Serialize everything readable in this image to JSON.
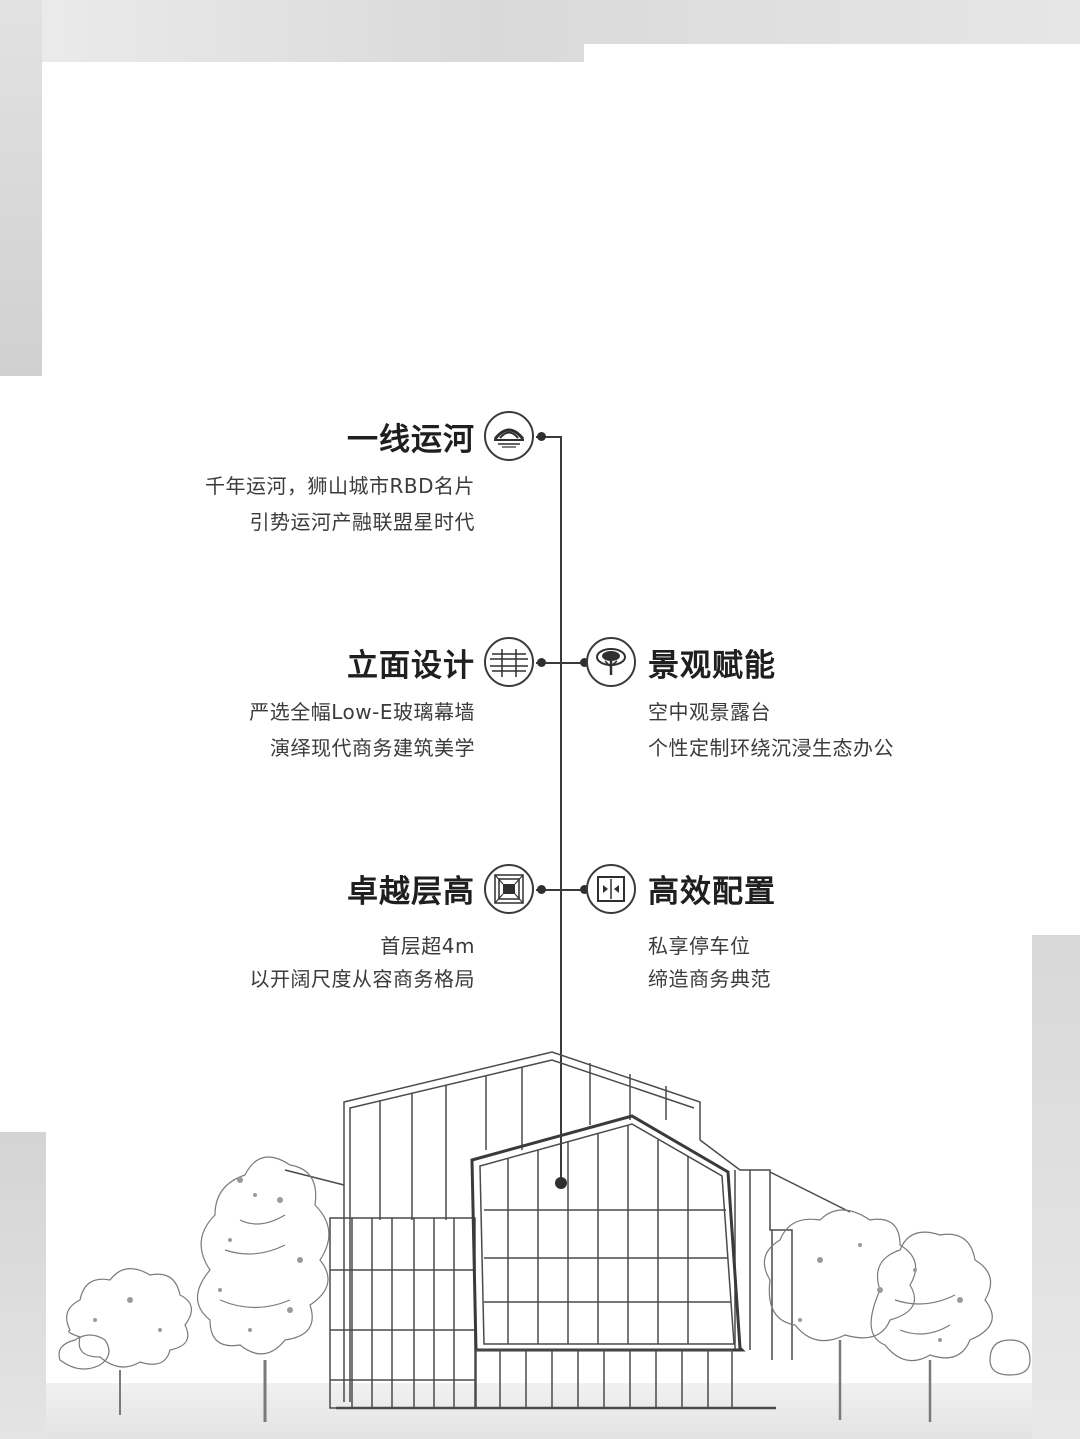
{
  "features": {
    "canal": {
      "title": "一线运河",
      "lines": [
        "千年运河，狮山城市RBD名片",
        "引势运河产融联盟星时代"
      ],
      "icon": "arch-bridge-icon"
    },
    "facade": {
      "title": "立面设计",
      "lines": [
        "严选全幅Low-E玻璃幕墙",
        "演绎现代商务建筑美学"
      ],
      "icon": "facade-window-icon"
    },
    "landscape": {
      "title": "景观赋能",
      "lines": [
        "空中观景露台",
        "个性定制环绕沉浸生态办公"
      ],
      "icon": "tree-icon"
    },
    "height": {
      "title": "卓越层高",
      "lines": [
        "首层超4m",
        "以开阔尺度从容商务格局"
      ],
      "icon": "ceiling-height-icon"
    },
    "config": {
      "title": "高效配置",
      "lines": [
        "私享停车位",
        "缔造商务典范"
      ],
      "icon": "elevator-icon"
    }
  },
  "colors": {
    "line": "#3a3a3a",
    "text": "#2b2b2b",
    "background_gray": "#d9d9d9"
  }
}
